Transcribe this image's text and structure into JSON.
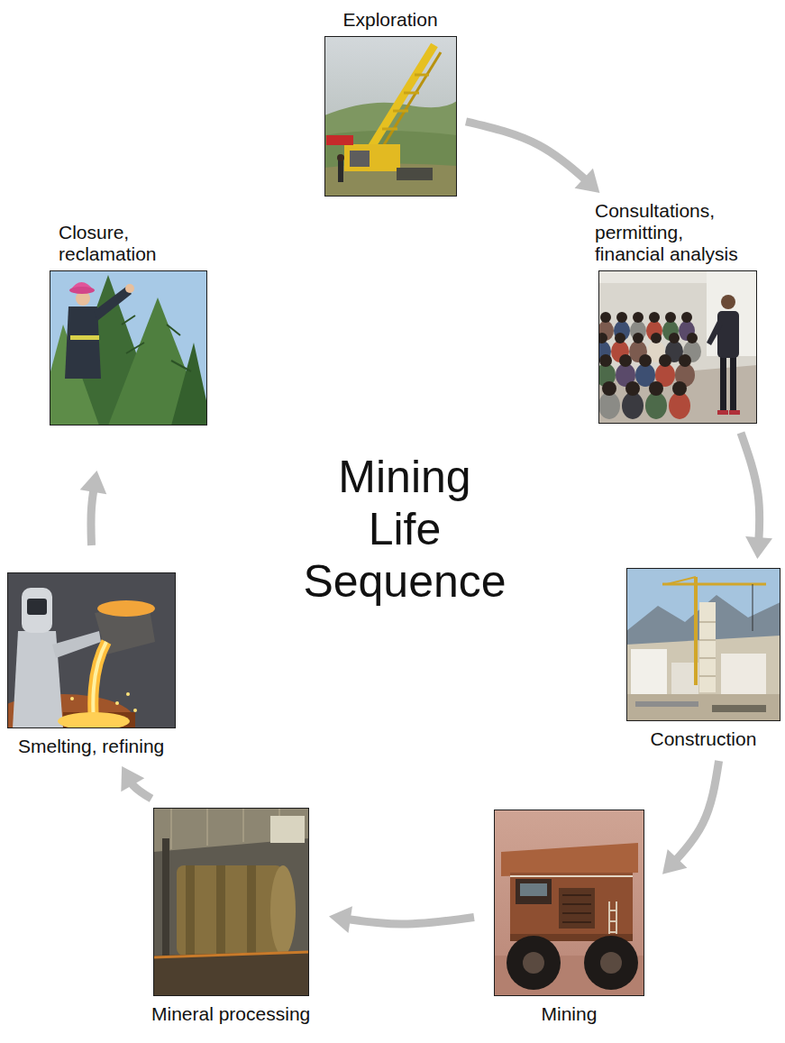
{
  "diagram": {
    "title": "Mining Life Sequence",
    "nodes": [
      {
        "text": [
          "Exploration"
        ]
      },
      {
        "text": [
          "Consultations, permitting, financial analysis"
        ]
      },
      {
        "text": [
          "Construction"
        ]
      },
      {
        "text": [
          "Mining"
        ]
      },
      {
        "text": [
          "Mineral processing"
        ]
      },
      {
        "text": [
          "Smelting, refining"
        ]
      },
      {
        "text": [
          "Closure, reclamation"
        ]
      }
    ],
    "edges": [
      {
        "from": 0,
        "to": 1,
        "arrow": "to"
      },
      {
        "from": 1,
        "to": 2,
        "arrow": "to"
      },
      {
        "from": 2,
        "to": 3,
        "arrow": "to"
      },
      {
        "from": 3,
        "to": 4,
        "arrow": "to"
      },
      {
        "from": 4,
        "to": 5,
        "arrow": "to"
      },
      {
        "from": 5,
        "to": 6,
        "arrow": "to"
      }
    ]
  }
}
